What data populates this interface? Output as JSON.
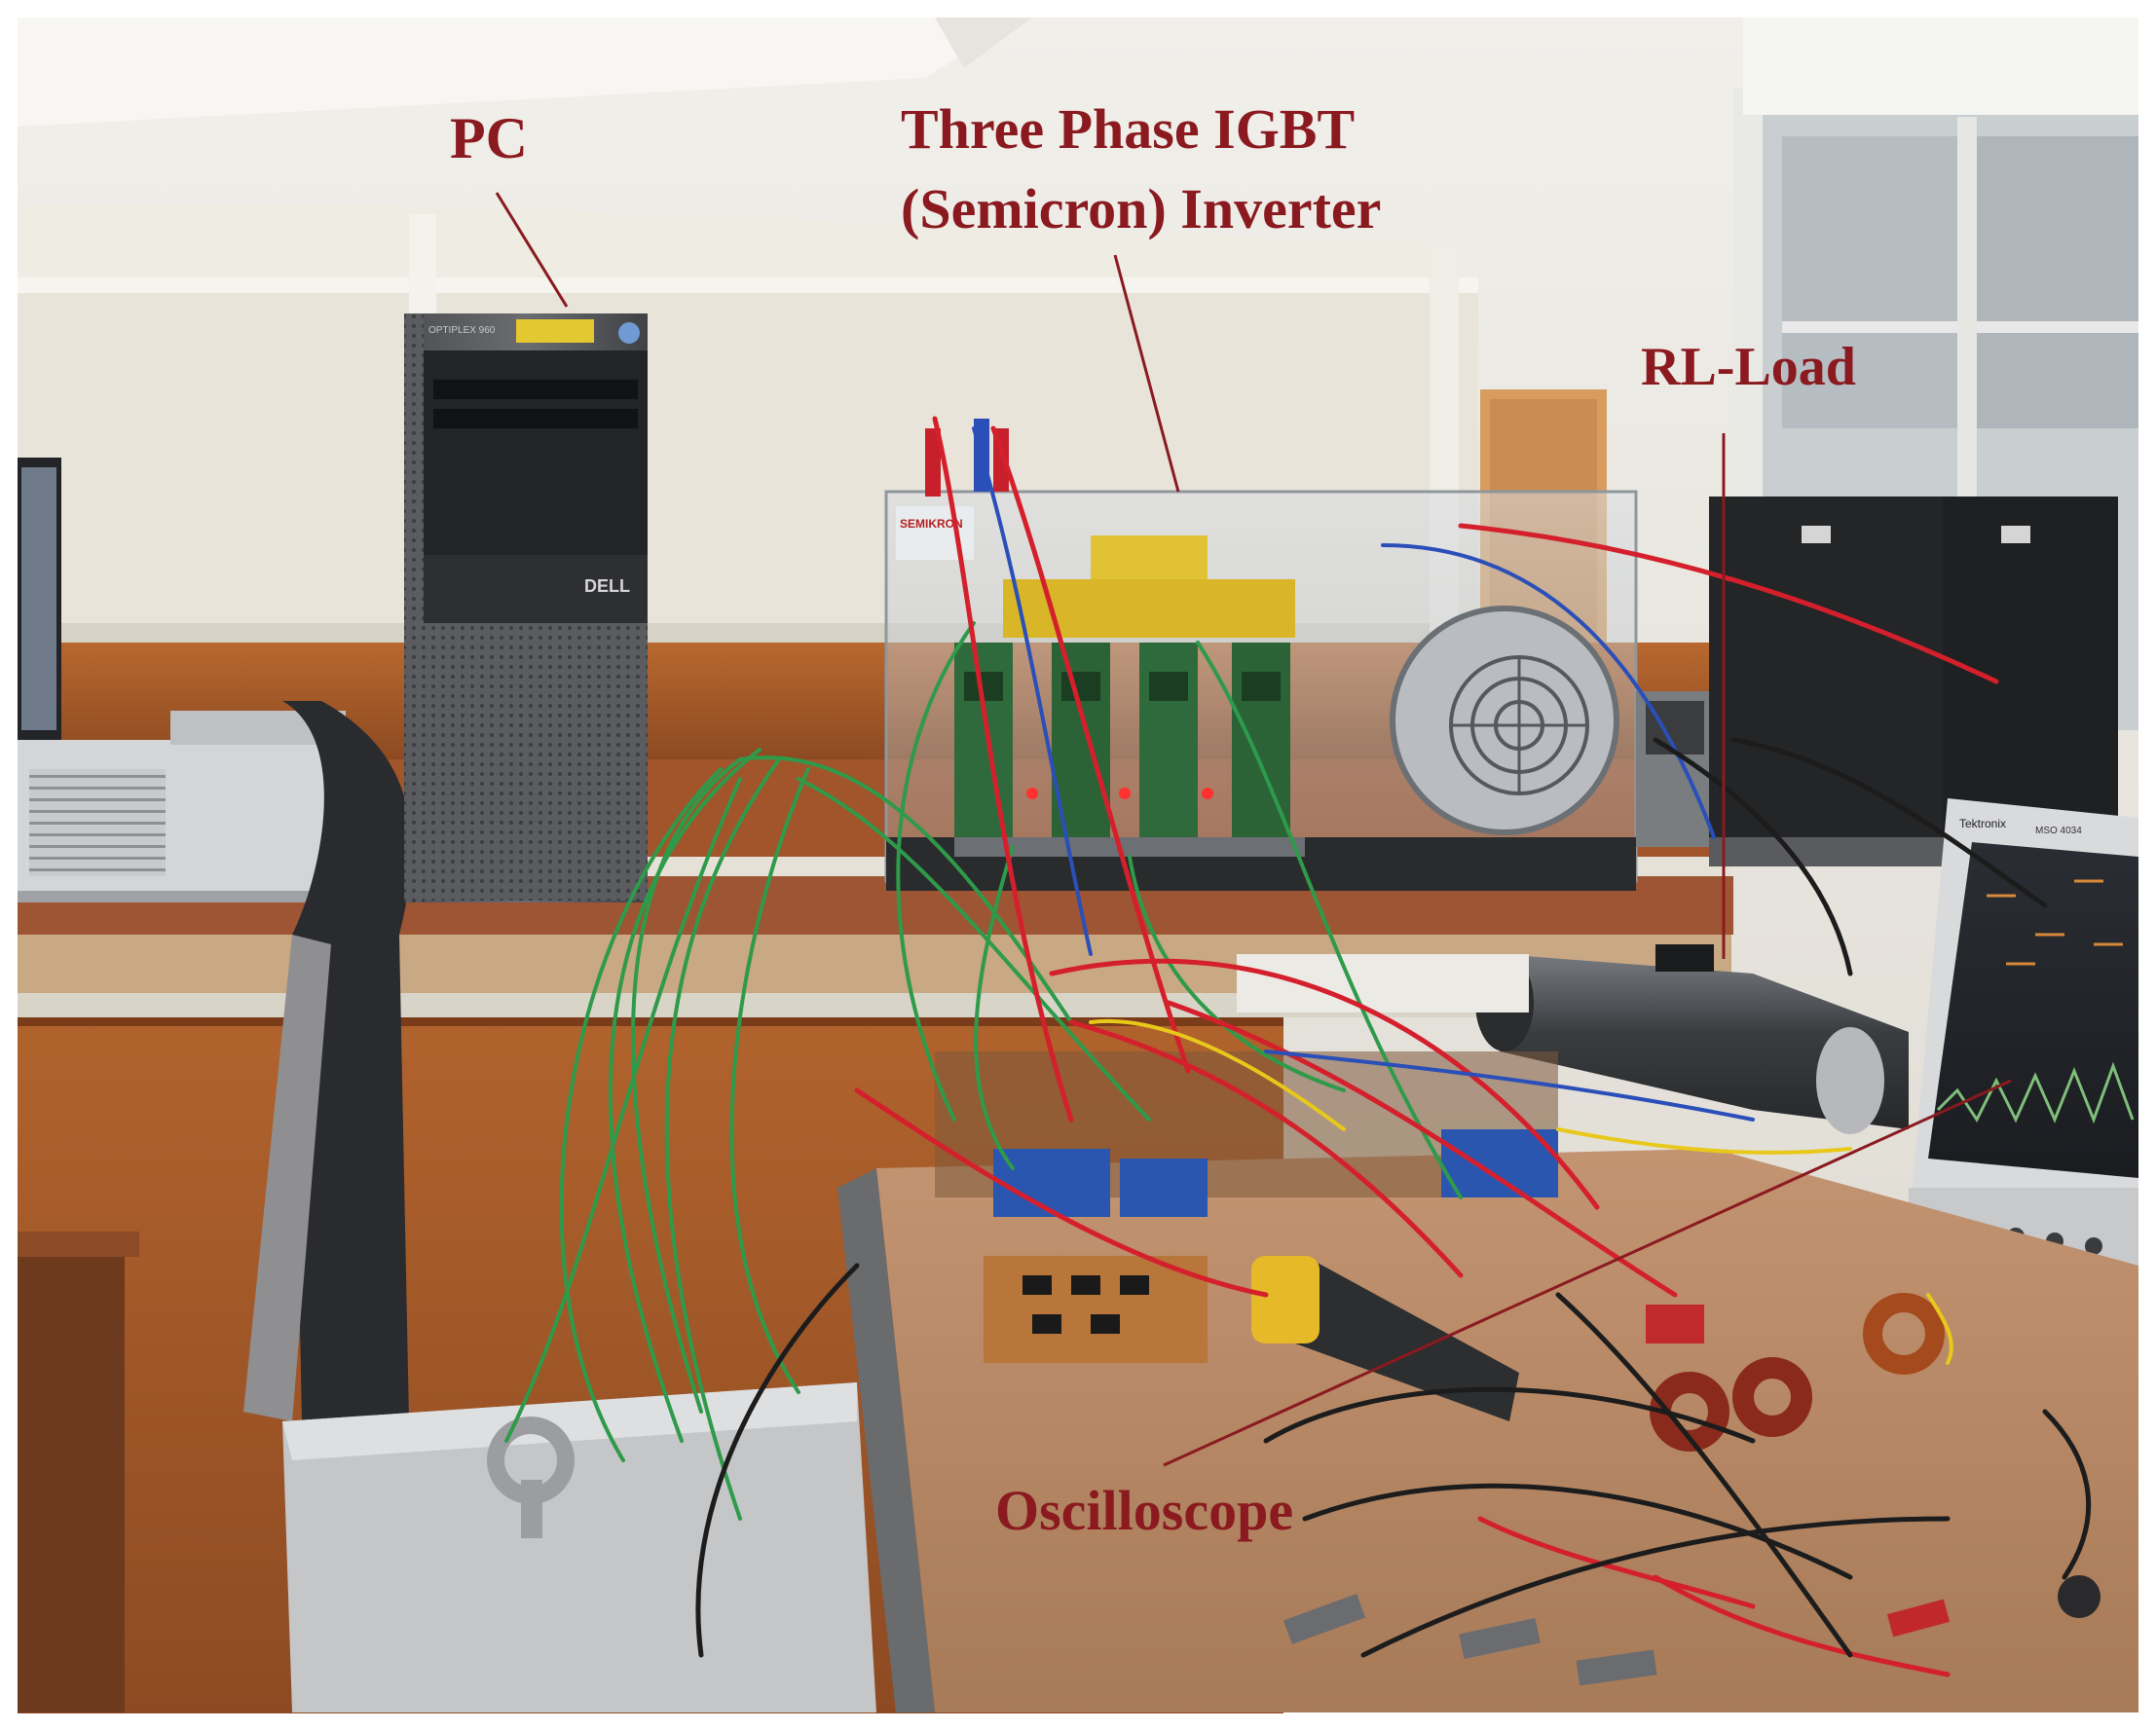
{
  "labels": {
    "pc": "PC",
    "inverter_line1": "Three Phase IGBT",
    "inverter_line2": "(Semicron) Inverter",
    "rl_load": "RL-Load",
    "oscilloscope": "Oscilloscope"
  },
  "equipment_text": {
    "pc_brand": "DELL",
    "pc_model": "OPTIPLEX 960",
    "inverter_brand": "SEMIKRON",
    "scope_brand": "Tektronix",
    "scope_model": "MSO 4034"
  },
  "colors": {
    "callout": "#8a1a1f",
    "wire_green": "#2e9a4a",
    "wire_red": "#d4202c",
    "wire_blue": "#2a4fb8",
    "wire_yellow": "#e8c81a",
    "wire_black": "#1c1c1c",
    "bench_top": "#b27a55",
    "wood_panel": "#b3602f"
  }
}
